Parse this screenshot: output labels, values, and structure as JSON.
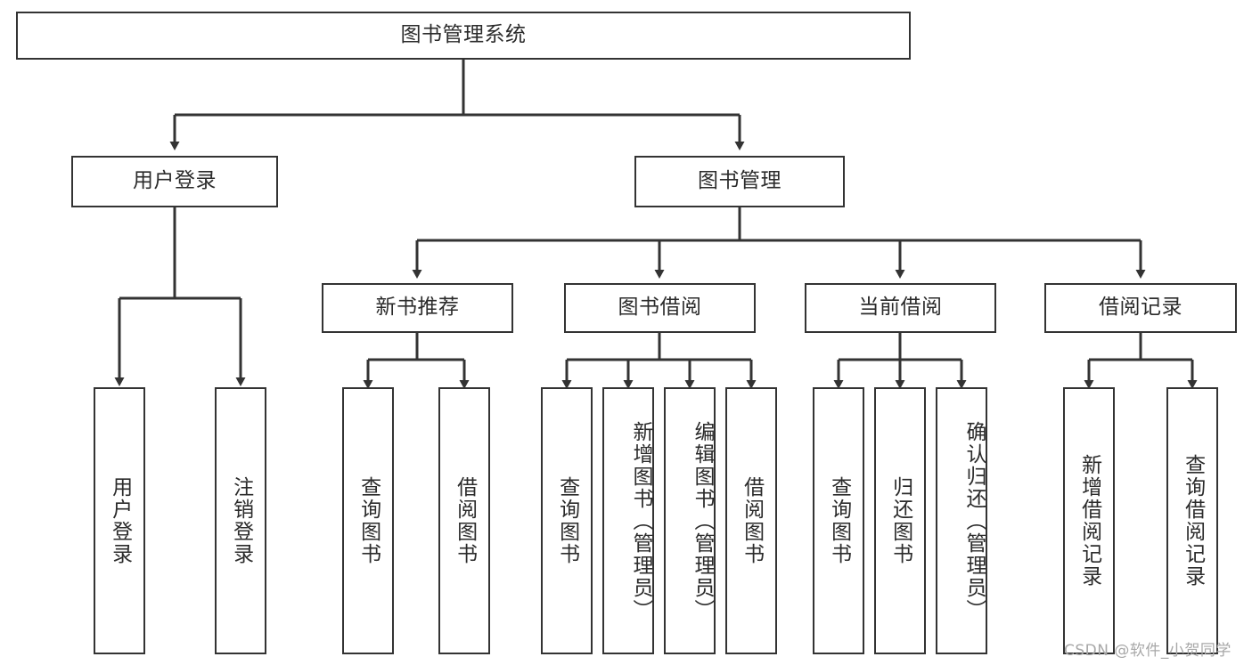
{
  "diagram": {
    "title": "图书管理系统",
    "type": "tree-hierarchy",
    "colors": {
      "stroke": "#333333",
      "fill": "#ffffff",
      "text": "#2b2b2b",
      "watermark": "#a8a8a8"
    },
    "root": {
      "id": "root",
      "label": "图书管理系统",
      "orientation": "horizontal"
    },
    "level2": [
      {
        "id": "user-login",
        "label": "用户登录",
        "orientation": "horizontal"
      },
      {
        "id": "book-manage",
        "label": "图书管理",
        "orientation": "horizontal"
      }
    ],
    "level3": [
      {
        "id": "new-book-recommend",
        "label": "新书推荐",
        "orientation": "horizontal",
        "parent": "book-manage"
      },
      {
        "id": "book-borrow",
        "label": "图书借阅",
        "orientation": "horizontal",
        "parent": "book-manage"
      },
      {
        "id": "current-borrow",
        "label": "当前借阅",
        "orientation": "horizontal",
        "parent": "book-manage"
      },
      {
        "id": "borrow-record",
        "label": "借阅记录",
        "orientation": "horizontal",
        "parent": "book-manage"
      }
    ],
    "leaves": [
      {
        "id": "leaf-user-login",
        "label": "用户登录",
        "parent": "user-login"
      },
      {
        "id": "leaf-logout-login",
        "label": "注销登录",
        "parent": "user-login"
      },
      {
        "id": "leaf-query-book-1",
        "label": "查询图书",
        "parent": "new-book-recommend"
      },
      {
        "id": "leaf-borrow-book-1",
        "label": "借阅图书",
        "parent": "new-book-recommend"
      },
      {
        "id": "leaf-query-book-2",
        "label": "查询图书",
        "parent": "book-borrow"
      },
      {
        "id": "leaf-add-book",
        "label": "新增图书（管理员）",
        "parent": "book-borrow"
      },
      {
        "id": "leaf-edit-book",
        "label": "编辑图书（管理员）",
        "parent": "book-borrow"
      },
      {
        "id": "leaf-borrow-book-2",
        "label": "借阅图书",
        "parent": "book-borrow"
      },
      {
        "id": "leaf-query-book-3",
        "label": "查询图书",
        "parent": "current-borrow"
      },
      {
        "id": "leaf-return-book",
        "label": "归还图书",
        "parent": "current-borrow"
      },
      {
        "id": "leaf-confirm-return",
        "label": "确认归还（管理员）",
        "parent": "current-borrow"
      },
      {
        "id": "leaf-add-record",
        "label": "新增借阅记录",
        "parent": "borrow-record"
      },
      {
        "id": "leaf-query-record",
        "label": "查询借阅记录",
        "parent": "borrow-record"
      }
    ],
    "watermark": "CSDN @软件_小贺同学"
  }
}
